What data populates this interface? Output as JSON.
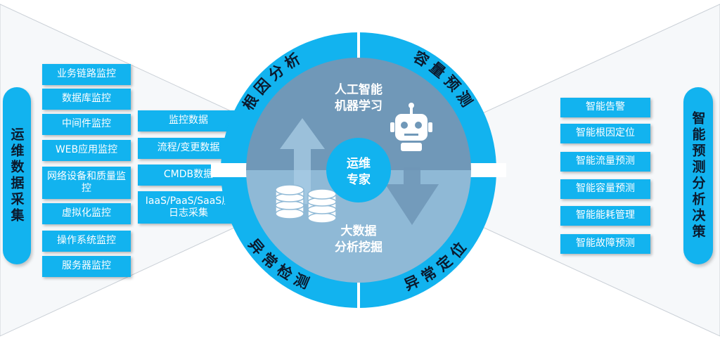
{
  "left_title": "运维数据采集",
  "right_title": "智能预测分析决策",
  "left_items": [
    "业务链路监控",
    "数据库监控",
    "中间件监控",
    "WEB应用监控",
    "网络设备和质量监控",
    "虚拟化监控",
    "操作系统监控",
    "服务器监控"
  ],
  "mid_items": [
    "监控数据",
    "流程/变更数据",
    "CMDB数据",
    "IaaS/PaaS/SaaS层日志采集"
  ],
  "right_items": [
    "智能告警",
    "智能根因定位",
    "智能流量预测",
    "智能容量预测",
    "智能能耗管理",
    "智能故障预测"
  ],
  "ring": {
    "top_left": "根因分析",
    "top_right": "容量预测",
    "bottom_left": "异常检测",
    "bottom_right": "异常定位"
  },
  "core": {
    "ai_line1": "人工智能",
    "ai_line2": "机器学习",
    "bigdata_line1": "大数据",
    "bigdata_line2": "分析挖掘",
    "expert_line1": "运维",
    "expert_line2": "专家"
  },
  "icons": [
    "robot-icon",
    "database-icon",
    "arrow-up-icon",
    "arrow-down-icon"
  ],
  "colors": {
    "accent": "#12b3ef",
    "circle_dark": "#7098b8",
    "circle_light": "#8fb9d6",
    "hub": "#12b3ef"
  }
}
